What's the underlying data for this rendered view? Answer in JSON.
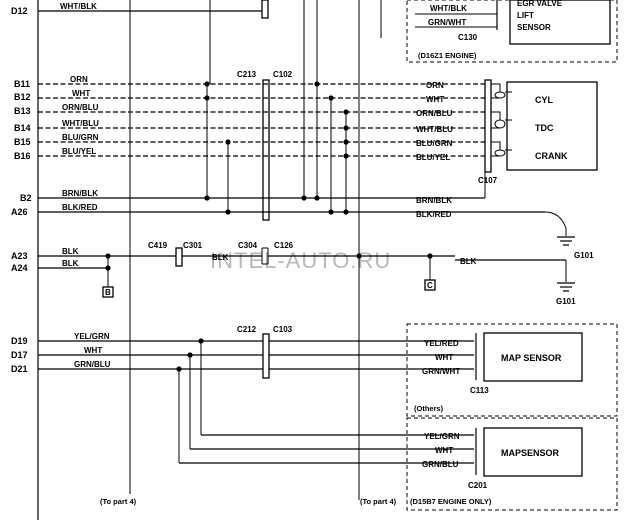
{
  "pins": {
    "d12": "D12",
    "b11": "B11",
    "b12": "B12",
    "b13": "B13",
    "b14": "B14",
    "b15": "B15",
    "b16": "B16",
    "b2": "B2",
    "a26": "A26",
    "a23": "A23",
    "a24": "A24",
    "d19": "D19",
    "d17": "D17",
    "d21": "D21"
  },
  "wires": {
    "d12_left": "WHT/BLK",
    "orn": "ORN",
    "wht": "WHT",
    "orn_blu": "ORN/BLU",
    "wht_blu": "WHT/BLU",
    "blu_grn": "BLU/GRN",
    "blu_yel": "BLU/YEL",
    "brn_blk": "BRN/BLK",
    "blk_red": "BLK/RED",
    "blk": "BLK",
    "yel_grn": "YEL/GRN",
    "grn_blu": "GRN/BLU",
    "yel_red": "YEL/RED",
    "grn_wht": "GRN/WHT",
    "wht_blk": "WHT/BLK"
  },
  "connectors": {
    "c213": "C213",
    "c102": "C102",
    "c107": "C107",
    "c419": "C419",
    "c301": "C301",
    "c304": "C304",
    "c126": "C126",
    "c212": "C212",
    "c103": "C103",
    "c113": "C113",
    "c201": "C201",
    "c130": "C130",
    "g101_a": "G101",
    "g101_b": "G101"
  },
  "components": {
    "egr_line1": "EGR VALVE",
    "egr_line2": "LIFT",
    "egr_line3": "SENSOR",
    "egr_engine": "(D16Z1 ENGINE)",
    "cyl": "CYL",
    "tdc": "TDC",
    "crank": "CRANK",
    "map1": "MAP SENSOR",
    "map2": "MAPSENSOR",
    "others": "(Others)",
    "d15b7": "(D15B7 ENGINE ONLY)"
  },
  "refs": {
    "b": "B",
    "c": "C",
    "to_part4_a": "(To part 4)",
    "to_part4_b": "(To part 4)"
  },
  "watermark": "INTEL-AUTO.RU"
}
